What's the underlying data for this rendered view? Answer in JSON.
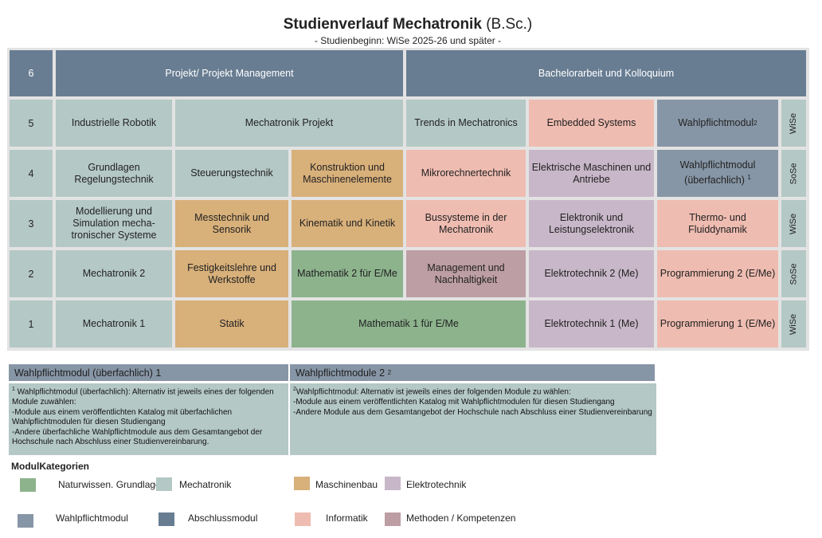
{
  "title": {
    "main": "Studienverlauf Mechatronik",
    "suffix": "(B.Sc.)"
  },
  "subtitle": "- Studienbeginn: WiSe 2025-26 und später -",
  "colors": {
    "naturwissen": "#8db38d",
    "mechatronik": "#b4c8c5",
    "maschinenbau": "#d8b07a",
    "elektrotechnik": "#c8b7c8",
    "wahlpflicht": "#8796a6",
    "abschluss": "#687d92",
    "informatik": "#efbcb1",
    "methoden": "#bc9ea4"
  },
  "semesters": {
    "s6": {
      "num": "6",
      "cells": [
        "Projekt/ Projekt Management",
        "Bachelorarbeit und Kolloquium"
      ]
    },
    "s5": {
      "num": "5",
      "season": "WiSe",
      "cells": [
        "Industrielle Robotik",
        "Mechatronik Projekt",
        "Trends in Mechatronics",
        "Embedded Systems",
        "Wahlpflichtmodul"
      ],
      "sup": "2"
    },
    "s4": {
      "num": "4",
      "season": "SoSe",
      "cells": [
        "Grundlagen Regelungstechnik",
        "Steuerungstechnik",
        "Konstruktion und Maschinenelemente",
        "Mikrorechnertechnik",
        "Elektrische Maschinen und Antriebe",
        "Wahlpflichtmodul (überfachlich)"
      ],
      "sup": "1"
    },
    "s3": {
      "num": "3",
      "season": "WiSe",
      "cells": [
        "Modellierung und Simulation mecha-tronischer Systeme",
        "Messtechnik und Sensorik",
        "Kinematik und Kinetik",
        "Bussysteme in der Mechatronik",
        "Elektronik und Leistungselektronik",
        "Thermo- und Fluiddynamik"
      ]
    },
    "s2": {
      "num": "2",
      "season": "SoSe",
      "cells": [
        "Mechatronik 2",
        "Festigkeitslehre und Werkstoffe",
        "Mathematik 2 für E/Me",
        "Management und Nachhaltigkeit",
        "Elektrotechnik 2 (Me)",
        "Programmierung 2 (E/Me)"
      ]
    },
    "s1": {
      "num": "1",
      "season": "WiSe",
      "cells": [
        "Mechatronik 1",
        "Statik",
        "Mathematik 1 für E/Me",
        "Elektrotechnik 1 (Me)",
        "Programmierung 1 (E/Me)"
      ]
    }
  },
  "notes": {
    "wpm1": {
      "title": "Wahlpflichtmodul (überfachlich) 1",
      "sup": "1",
      "lines": [
        " Wahlpflichtmodul  (überfachlich): Alternativ ist  jeweils eines der folgenden Module zuwählen:",
        "-Module aus einem veröffentlichten Katalog mit  überfachlichen Wahlpflichtmodulen für diesen Studiengang",
        "-Andere überfachliche  Wahlpflichtmodule aus dem Gesamtangebot der Hochschule  nach Abschluss einer Studienvereinbarung."
      ]
    },
    "wpm2": {
      "title": "Wahlpflichtmodule 2",
      "title_sup": "2",
      "sup": "2",
      "lines": [
        "Wahlpflichtmodul: Alternativ ist jeweils eines der folgenden Module zu wählen:",
        "-Module aus einem veröffentlichten Katalog mit Wahlpflichtmodulen für diesen Studiengang",
        "-Andere Module aus dem Gesamtangebot der Hochschule nach Abschluss einer Studienvereinbarung"
      ]
    }
  },
  "legend": {
    "title": "ModulKategorien",
    "items": [
      "Naturwissen. Grundlagen",
      "Mechatronik",
      "Maschinenbau",
      "Elektrotechnik",
      "Wahlpflichtmodul",
      "Abschlussmodul",
      "Informatik",
      "Methoden  / Kompetenzen"
    ]
  }
}
